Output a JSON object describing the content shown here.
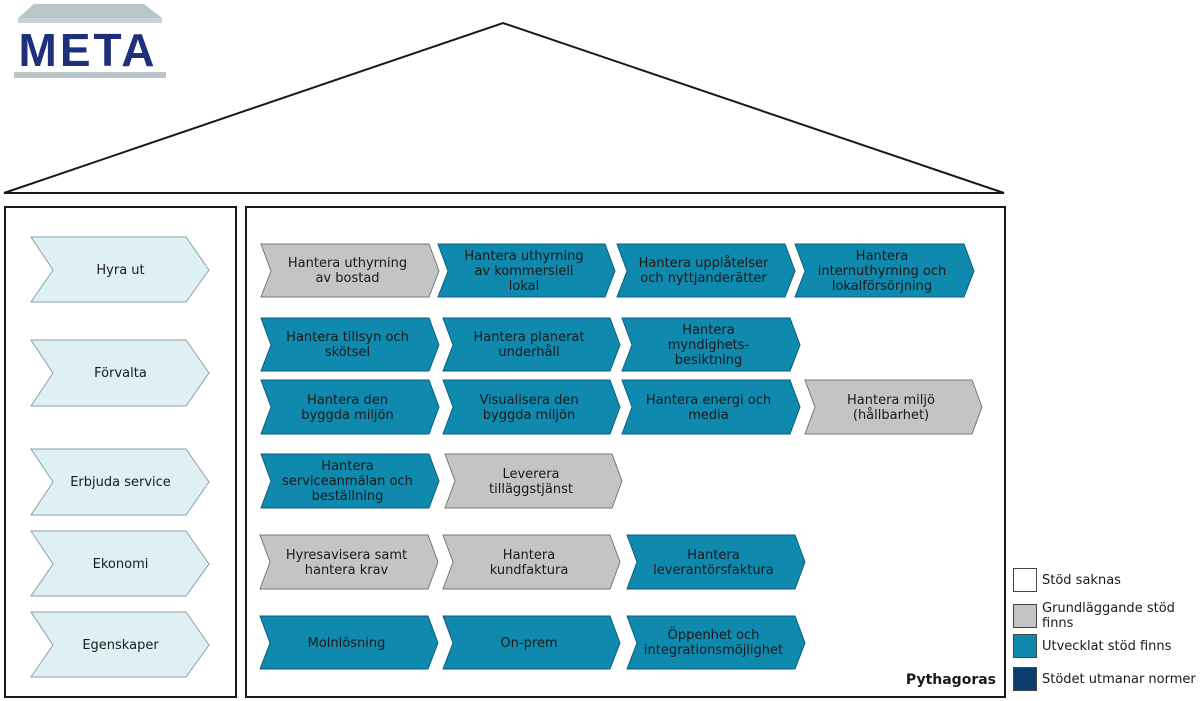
{
  "logo": {
    "text": "META"
  },
  "colors": {
    "saknas": "#ffffff",
    "grundlaggande": "#c4c4c4",
    "utvecklat": "#1089ae",
    "utmanar": "#0b3d6e",
    "stage": "#dff0f5"
  },
  "stages": [
    {
      "label": "Hyra ut"
    },
    {
      "label": "Förvalta"
    },
    {
      "label": "Erbjuda service"
    },
    {
      "label": "Ekonomi"
    },
    {
      "label": "Egenskaper"
    }
  ],
  "capabilities": [
    {
      "label": "Hantera uthyrning av bostad",
      "support": "grundlaggande"
    },
    {
      "label": "Hantera uthyrning av kommersiell lokal",
      "support": "utvecklat"
    },
    {
      "label": "Hantera upplåtelser och nyttjanderätter",
      "support": "utvecklat"
    },
    {
      "label": "Hantera internuthyrning och lokalförsörjning",
      "support": "utvecklat"
    },
    {
      "label": "Hantera tillsyn och skötsel",
      "support": "utvecklat"
    },
    {
      "label": "Hantera planerat underhåll",
      "support": "utvecklat"
    },
    {
      "label": "Hantera myndighets-besiktning",
      "support": "utvecklat"
    },
    {
      "label": "Hantera den byggda miljön",
      "support": "utvecklat"
    },
    {
      "label": "Visualisera den byggda miljön",
      "support": "utvecklat"
    },
    {
      "label": "Hantera energi och media",
      "support": "utvecklat"
    },
    {
      "label": "Hantera miljö (hållbarhet)",
      "support": "grundlaggande"
    },
    {
      "label": "Hantera serviceanmälan och beställning",
      "support": "utvecklat"
    },
    {
      "label": "Leverera tilläggstjänst",
      "support": "grundlaggande"
    },
    {
      "label": "Hyresavisera samt hantera krav",
      "support": "grundlaggande"
    },
    {
      "label": "Hantera kundfaktura",
      "support": "grundlaggande"
    },
    {
      "label": "Hantera leverantörsfaktura",
      "support": "utvecklat"
    },
    {
      "label": "Molnlösning",
      "support": "utvecklat"
    },
    {
      "label": "On-prem",
      "support": "utvecklat"
    },
    {
      "label": "Öppenhet och integrationsmöjlighet",
      "support": "utvecklat"
    }
  ],
  "system_name": "Pythagoras",
  "legend": [
    {
      "label": "Stöd saknas",
      "color": "#ffffff"
    },
    {
      "label": "Grundläggande stöd finns",
      "color": "#c4c4c4"
    },
    {
      "label": "Utvecklat stöd finns",
      "color": "#1089ae"
    },
    {
      "label": "Stödet utmanar normer",
      "color": "#0b3d6e"
    }
  ]
}
